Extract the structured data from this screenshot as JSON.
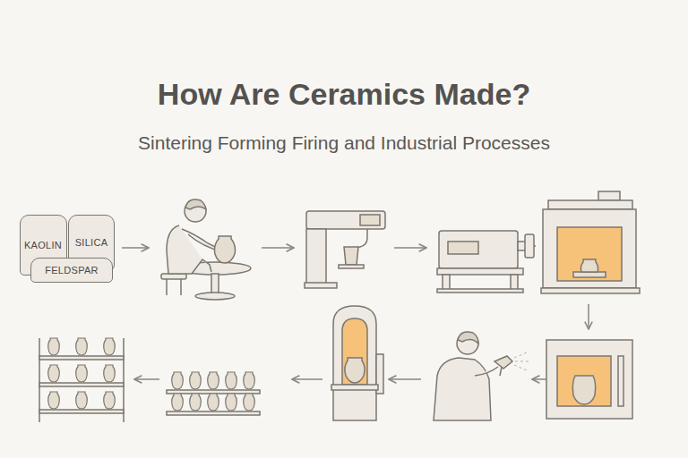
{
  "diagram": {
    "title": "How Are Ceramics Made?",
    "nodes": [
      {
        "text": [
          "KAOLIN"
        ]
      },
      {
        "text": [
          "SILICA"
        ]
      },
      {
        "text": [
          "FELDSPAR"
        ]
      }
    ],
    "labels": [
      "Sintering Forming Firing and Industrial Processes"
    ]
  }
}
